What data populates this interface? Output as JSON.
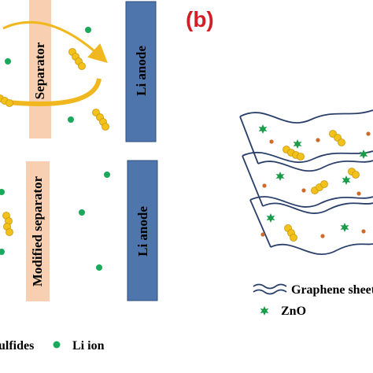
{
  "panel_label": "(b)",
  "top": {
    "separator_label": "Separator",
    "anode_label": "Li anode"
  },
  "bottom": {
    "separator_label": "Modified separator",
    "anode_label": "Li anode"
  },
  "legend_left": {
    "polysulfide_label": "ulfides",
    "li_ion_label": "Li ion"
  },
  "legend_right": {
    "graphene_label": "Graphene sheet",
    "zno_label": "ZnO"
  },
  "colors": {
    "separator_fill": "#f8cfb0",
    "anode_fill": "#4f75ad",
    "anode_border": "#2f4f7f",
    "li_ion": "#1aa85a",
    "polysulfide": "#f2c21b",
    "polysulfide_edge": "#c9950a",
    "arrow": "#f0b81e",
    "panel_label": "#d01f26",
    "zno": "#1b9a4a",
    "orange_dot": "#cf6b2a",
    "graphene": "#2a3f6a"
  }
}
